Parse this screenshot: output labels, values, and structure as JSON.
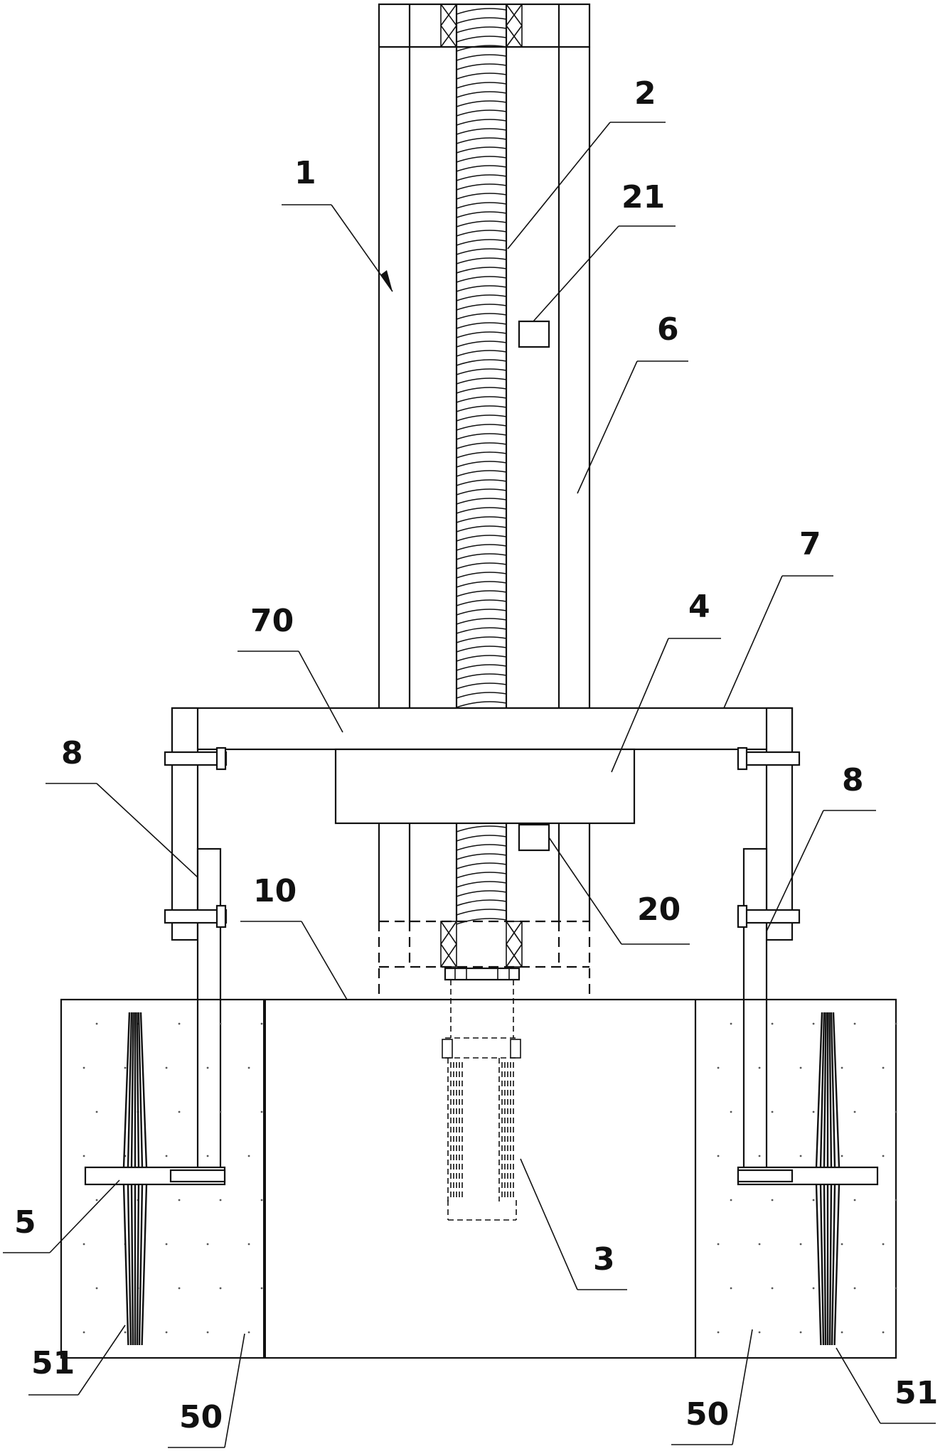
{
  "labels": {
    "l1": "1",
    "l2": "2",
    "l21": "21",
    "l6": "6",
    "l7": "7",
    "l70": "70",
    "l4": "4",
    "l8_left": "8",
    "l8_right": "8",
    "l10": "10",
    "l20": "20",
    "l5": "5",
    "l3": "3",
    "l51_left": "51",
    "l51_right": "51",
    "l50_left": "50",
    "l50_right": "50"
  }
}
